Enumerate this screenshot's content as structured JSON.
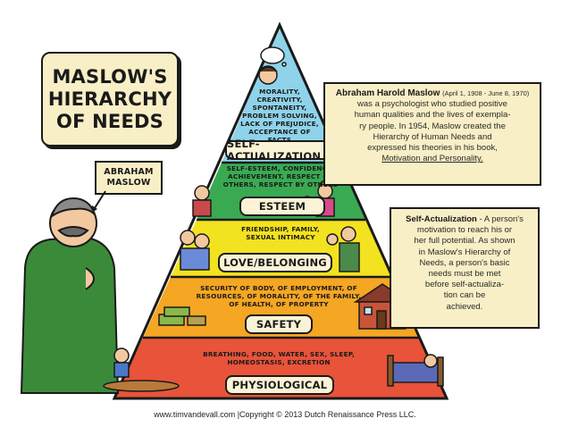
{
  "title": {
    "line1": "MASLOW'S",
    "line2": "HIERARCHY",
    "line3": "OF NEEDS"
  },
  "maslow_label": {
    "line1": "ABRAHAM",
    "line2": "MASLOW"
  },
  "levels": [
    {
      "label": "SELF-ACTUALIZATION",
      "text": [
        "MORALITY,",
        "CREATIVITY,",
        "SPONTANEITY,",
        "PROBLEM SOLVING,",
        "LACK OF PREJUDICE,",
        "ACCEPTANCE OF FACTS"
      ],
      "color": "#8fd3ea"
    },
    {
      "label": "ESTEEM",
      "text": [
        "SELF-ESTEEM, CONFIDENCE,",
        "ACHIEVEMENT, RESPECT OF",
        "OTHERS, RESPECT BY OTHERS"
      ],
      "color": "#3aaa52"
    },
    {
      "label": "LOVE/BELONGING",
      "text": [
        "FRIENDSHIP, FAMILY,",
        "SEXUAL INTIMACY"
      ],
      "color": "#f2e21f"
    },
    {
      "label": "SAFETY",
      "text": [
        "SECURITY OF BODY, OF EMPLOYMENT, OF",
        "RESOURCES, OF MORALITY, OF THE FAMILY,",
        "OF HEALTH, OF PROPERTY"
      ],
      "color": "#f5a623"
    },
    {
      "label": "PHYSIOLOGICAL",
      "text": [
        "BREATHING, FOOD, WATER, SEX, SLEEP,",
        "HOMEOSTASIS, EXCRETION"
      ],
      "color": "#e8533a"
    }
  ],
  "bio": {
    "name": "Abraham Harold Maslow",
    "dates": "(April 1, 1908 - June 8, 1970)",
    "lines": [
      "was a psychologist who studied positive",
      "human qualities and the lives of exempla-",
      "ry people. In 1954, Maslow created the",
      "Hierarchy of Human Needs and",
      "expressed his theories in his book,"
    ],
    "book": "Motivation and Personality."
  },
  "self_actualization_note": {
    "term": "Self-Actualization",
    "lines": [
      "- A person's",
      "motivation to reach his or",
      "her full potential. As shown",
      "in Maslow's Hierarchy of",
      "Needs, a person's basic",
      "needs must be met",
      "before self-actualiza-",
      "tion can be",
      "achieved."
    ]
  },
  "footer": "www.timvandevall.com |Copyright © 2013 Dutch Renaissance Press LLC.",
  "colors": {
    "sky": "#8fd3ea",
    "green": "#3aaa52",
    "yellow": "#f2e21f",
    "orange": "#f5a623",
    "red": "#e8533a",
    "cream": "#f8efc6"
  }
}
